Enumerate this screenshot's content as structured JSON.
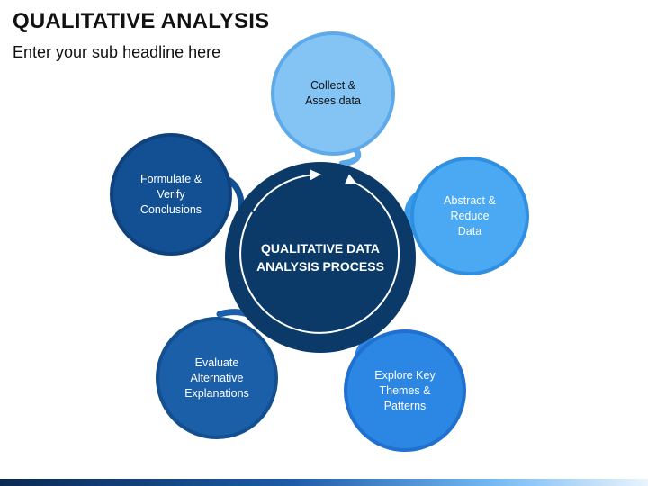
{
  "header": {
    "title": "QUALITATIVE ANALYSIS",
    "subtitle": "Enter your sub headline here"
  },
  "center": {
    "label": "QUALITATIVE DATA\nANALYSIS PROCESS",
    "color": "#0b3a68"
  },
  "nodes": [
    {
      "label": "Collect &\nAsses data",
      "fill": "#84c4f5",
      "stroke": "#5ea9ea",
      "text_color": "#111111"
    },
    {
      "label": "Abstract &\nReduce\nData",
      "fill": "#4aa9f2",
      "stroke": "#2f8fe0",
      "text_color": "#ffffff"
    },
    {
      "label": "Explore Key\nThemes &\nPatterns",
      "fill": "#2b86e4",
      "stroke": "#1f70cf",
      "text_color": "#ffffff"
    },
    {
      "label": "Evaluate\nAlternative\nExplanations",
      "fill": "#1a5fa8",
      "stroke": "#144f90",
      "text_color": "#ffffff"
    },
    {
      "label": "Formulate &\nVerify\nConclusions",
      "fill": "#134f93",
      "stroke": "#0f427c",
      "text_color": "#ffffff"
    }
  ]
}
